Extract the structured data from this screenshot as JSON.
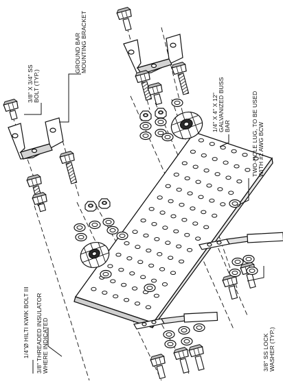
{
  "labels": {
    "bolt_top": [
      "3/8\" X 3/4\" SS",
      "BOLT (TYP.)"
    ],
    "bracket": [
      "GROUND BAR",
      "MOUNTING BRACKET"
    ],
    "buss_bar": [
      "1/4\" X 4\" X 12\"",
      "GALVANIZED BUSS",
      "BAR"
    ],
    "lug": [
      "TWO-HOLE LUG, TO BE USED",
      "WITH #2 AWG BCW"
    ],
    "kwik_bolt": [
      "1/4\"Ø HILTI KWIK BOLT III"
    ],
    "insulator": [
      "3/8\" THREADED INSULATOR",
      "WHERE INDICATED"
    ],
    "lock_washer": [
      "3/8\" SS LOCK",
      "WASHER (TYP.)"
    ]
  },
  "colors": {
    "line": "#111111",
    "fill": "#ffffff",
    "shade": "#cfcfcf",
    "dark": "#222222"
  }
}
